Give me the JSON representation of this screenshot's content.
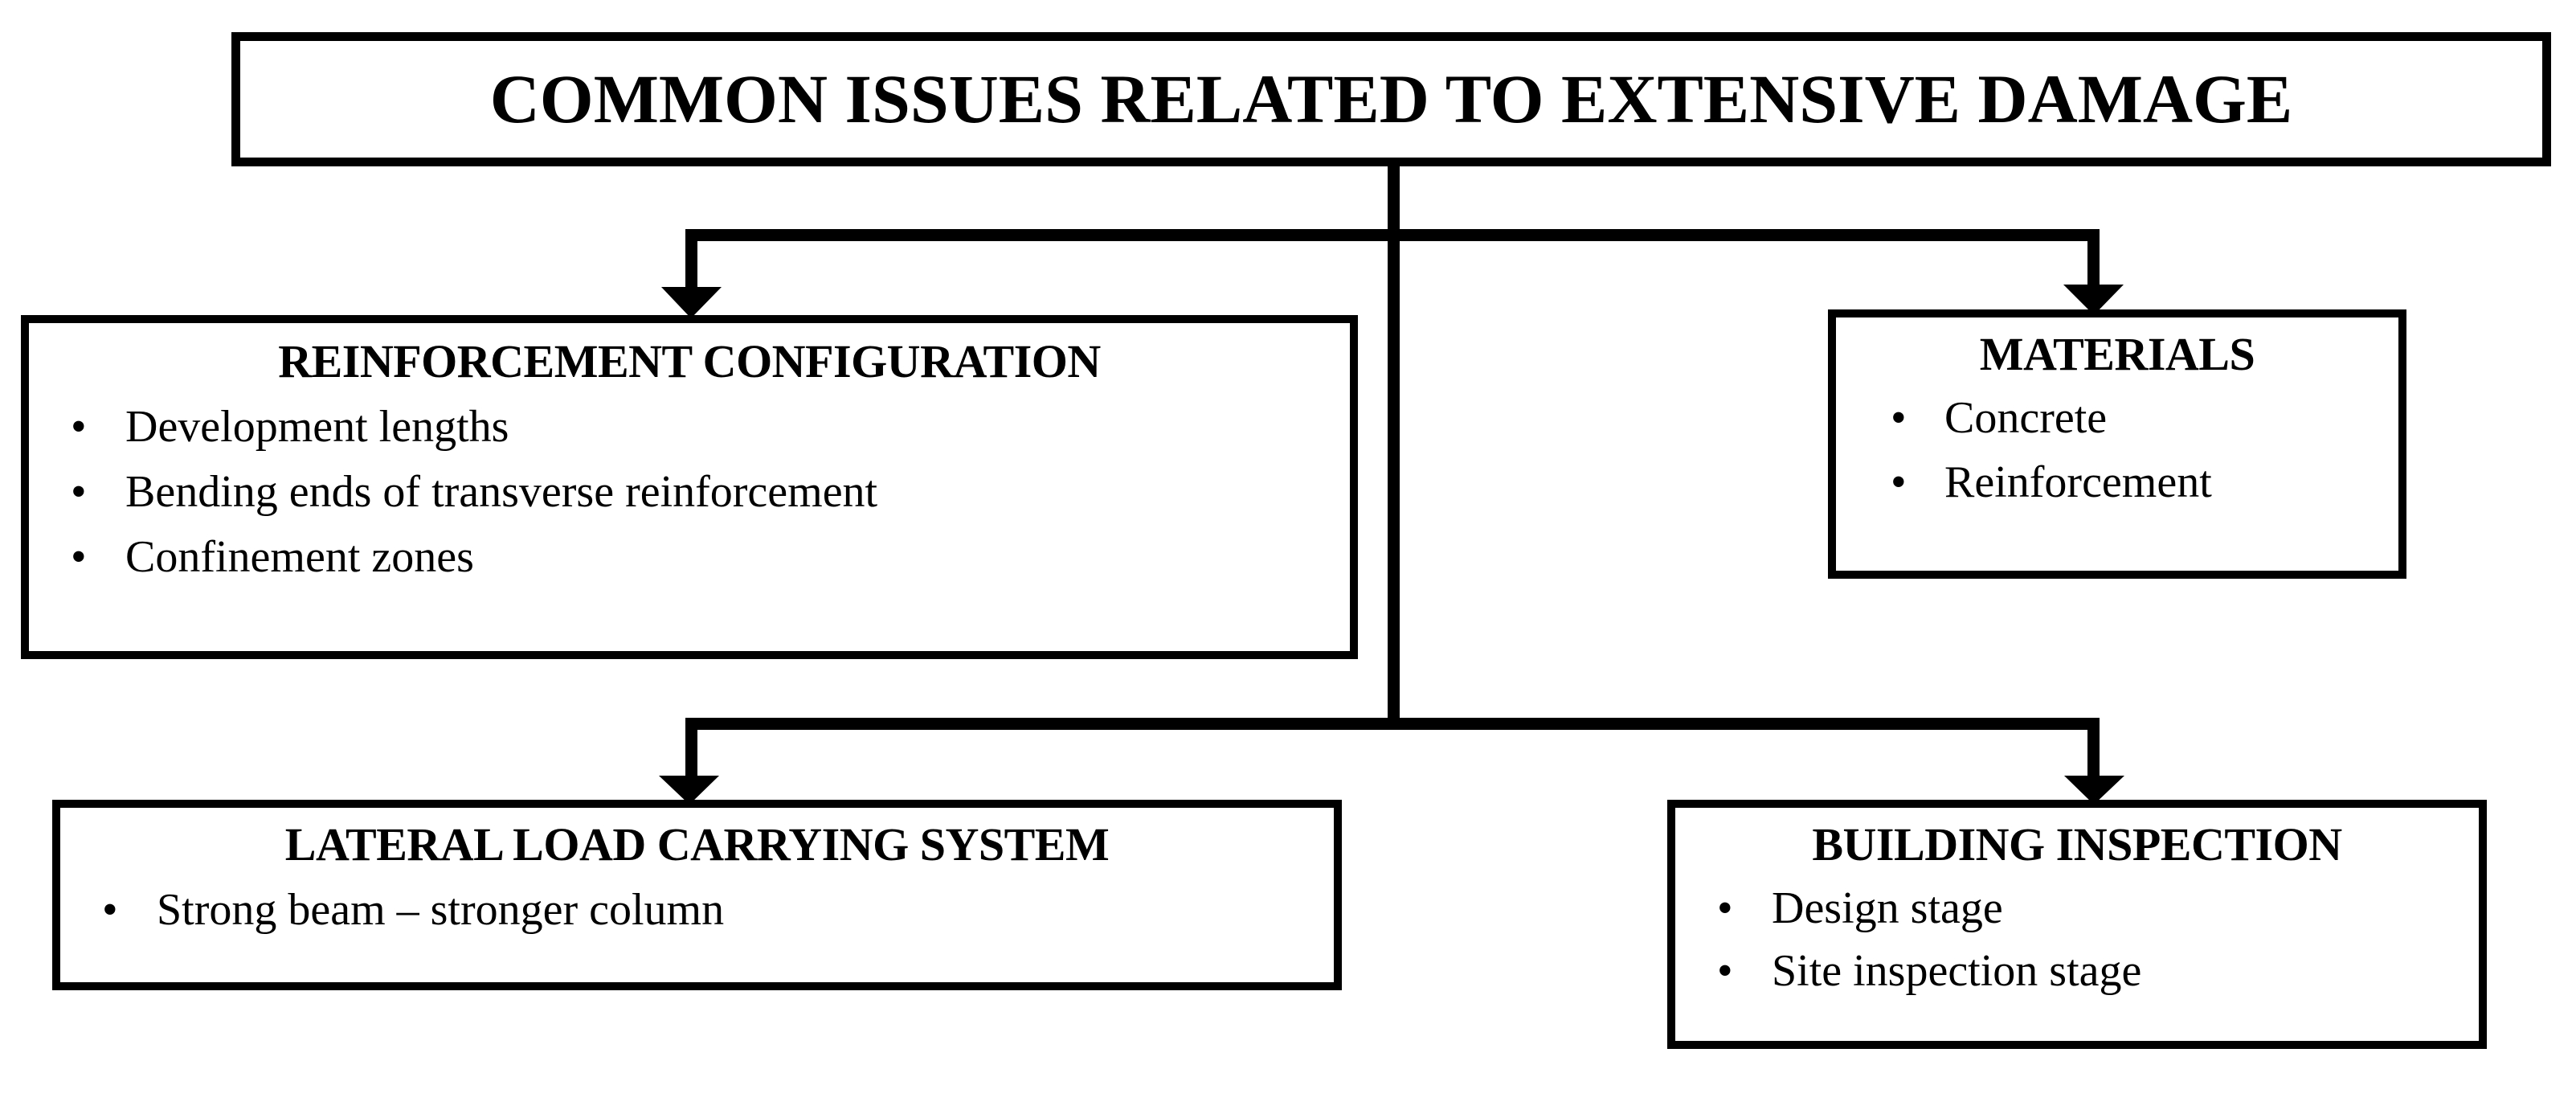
{
  "diagram": {
    "type": "flowchart",
    "orientation": "top-down",
    "root": {
      "title": "COMMON ISSUES RELATED TO EXTENSIVE DAMAGE"
    },
    "nodes": [
      {
        "id": "reinforcement",
        "title": "REINFORCEMENT CONFIGURATION",
        "bullets": [
          "Development lengths",
          "Bending ends of transverse reinforcement",
          "Confinement zones"
        ]
      },
      {
        "id": "materials",
        "title": "MATERIALS",
        "bullets": [
          "Concrete",
          "Reinforcement"
        ]
      },
      {
        "id": "lateral",
        "title": "LATERAL LOAD CARRYING SYSTEM",
        "bullets": [
          "Strong beam – stronger column"
        ]
      },
      {
        "id": "inspection",
        "title": "BUILDING INSPECTION",
        "bullets": [
          "Design stage",
          "Site inspection stage"
        ]
      }
    ],
    "bullet_glyph": "•",
    "colors": {
      "stroke": "#000000",
      "fill": "#ffffff",
      "text": "#000000"
    },
    "connectors": [
      {
        "from": "root",
        "to": "reinforcement"
      },
      {
        "from": "root",
        "to": "materials"
      },
      {
        "from": "root",
        "to": "lateral"
      },
      {
        "from": "root",
        "to": "inspection"
      }
    ]
  }
}
